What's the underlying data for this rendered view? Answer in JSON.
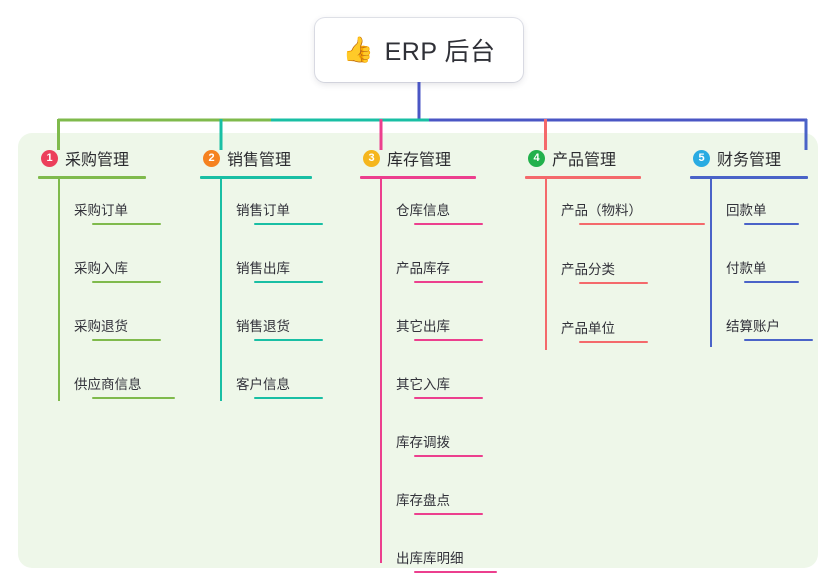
{
  "diagram": {
    "title": "ERP 后台",
    "root": {
      "icon": "thumbs-up-icon",
      "emoji": "👍",
      "label": "ERP 后台"
    },
    "panel_background": "#eef7e9",
    "branches": [
      {
        "number": "1",
        "badge_color": "#ec3f5b",
        "line_color": "#7fba4c",
        "title": "采购管理",
        "children": [
          "采购订单",
          "采购入库",
          "采购退货",
          "供应商信息"
        ]
      },
      {
        "number": "2",
        "badge_color": "#f58220",
        "line_color": "#19bfa4",
        "title": "销售管理",
        "children": [
          "销售订单",
          "销售出库",
          "销售退货",
          "客户信息"
        ]
      },
      {
        "number": "3",
        "badge_color": "#f5b61e",
        "line_color": "#ec3f8e",
        "title": "库存管理",
        "children": [
          "仓库信息",
          "产品库存",
          "其它出库",
          "其它入库",
          "库存调拨",
          "库存盘点",
          "出库库明细"
        ]
      },
      {
        "number": "4",
        "badge_color": "#22b14c",
        "line_color": "#f4696b",
        "title": "产品管理",
        "children": [
          "产品（物料）",
          "产品分类",
          "产品单位"
        ]
      },
      {
        "number": "5",
        "badge_color": "#29abe2",
        "line_color": "#4a63c8",
        "title": "财务管理",
        "children": [
          "回款单",
          "付款单",
          "结算账户"
        ]
      }
    ],
    "trunk": {
      "color": "#4a56c4",
      "bar_segments": [
        {
          "color": "#7fba4c",
          "from": 58,
          "to": 272
        },
        {
          "color": "#19bfa4",
          "from": 272,
          "to": 430
        },
        {
          "color": "#4a56c4",
          "from": 430,
          "to": 806
        }
      ]
    }
  }
}
